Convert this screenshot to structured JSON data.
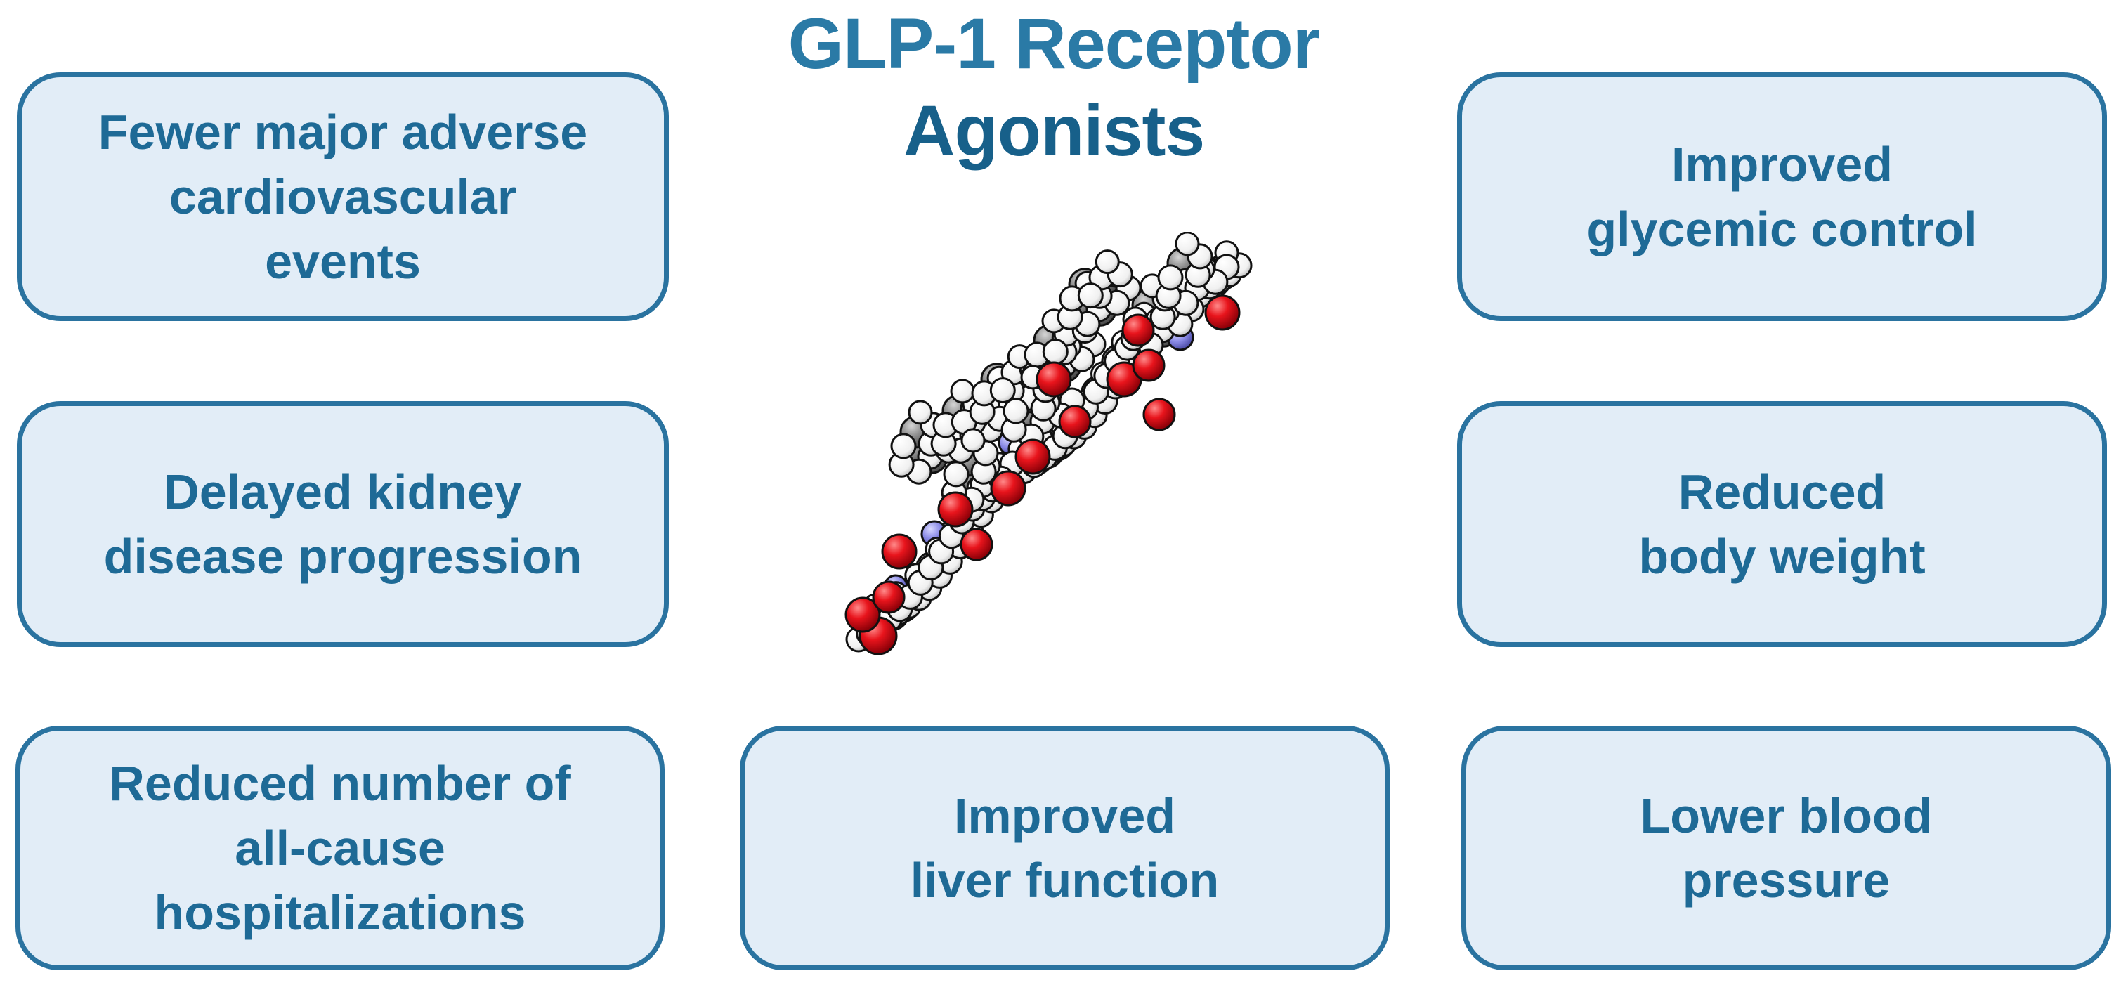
{
  "title": {
    "line1": "GLP-1 Receptor",
    "line2": "Agonists"
  },
  "benefits": {
    "mace": [
      "Fewer major adverse",
      "cardiovascular",
      "events"
    ],
    "kidney": [
      "Delayed kidney",
      "disease progression"
    ],
    "hospitalizations": [
      "Reduced number of",
      "all-cause",
      "hospitalizations"
    ],
    "liver": [
      "Improved",
      "liver function"
    ],
    "glycemic": [
      "Improved",
      "glycemic control"
    ],
    "weight": [
      "Reduced",
      "body weight"
    ],
    "blood_pressure": [
      "Lower blood",
      "pressure"
    ]
  },
  "colors": {
    "accent_text": "#1e6a96",
    "box_fill": "#e2edf7",
    "box_border": "#2a73a0",
    "atom_oxygen": "#e8141c",
    "atom_carbon": "#8c8c8c",
    "atom_hydrogen": "#ffffff",
    "atom_nitrogen": "#8a8ae6"
  },
  "icons": {
    "molecule": "glp1-molecule-space-filling-icon"
  }
}
